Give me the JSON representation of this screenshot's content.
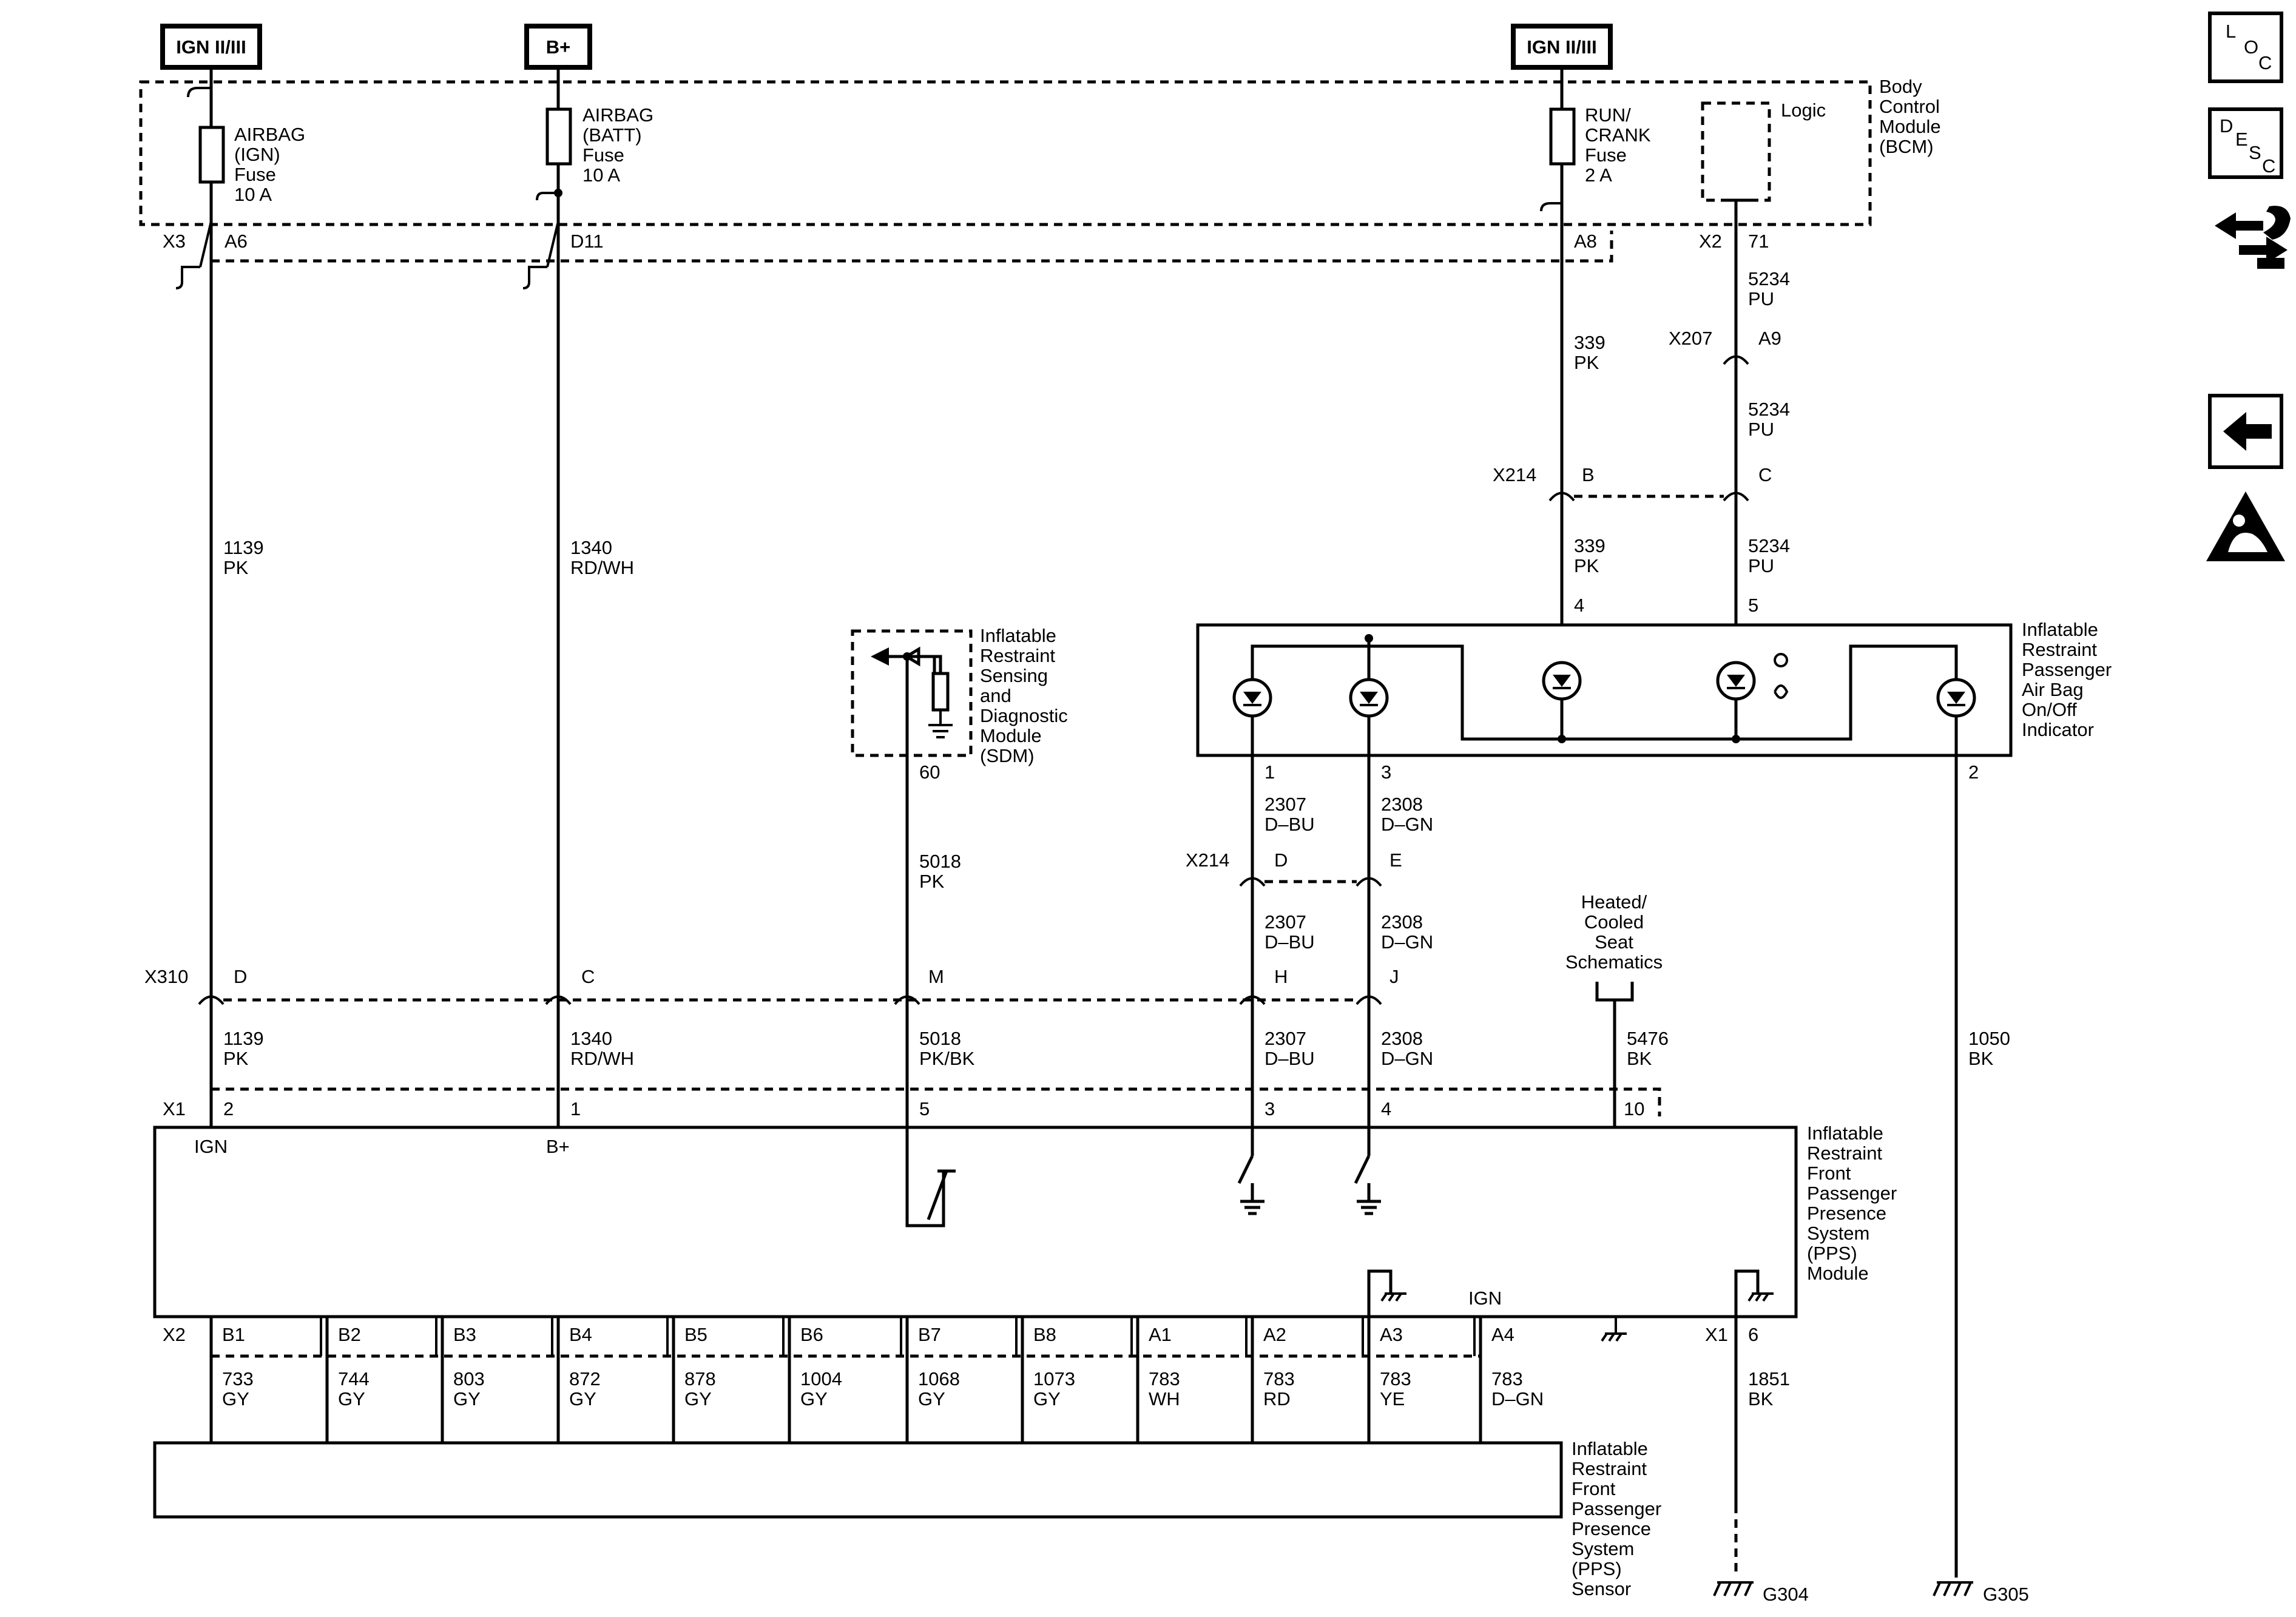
{
  "power": {
    "ign1": "IGN II/III",
    "batt": "B+",
    "ign2": "IGN II/III"
  },
  "bcm": {
    "name": "Body\nControl\nModule\n(BCM)",
    "fuse1": "AIRBAG\n(IGN)\nFuse\n10 A",
    "fuse2": "AIRBAG\n(BATT)\nFuse\n10 A",
    "fuse3": "RUN/\nCRANK\nFuse\n2 A",
    "logic": "Logic",
    "x3": "X3",
    "a6": "A6",
    "d11": "D11",
    "a8": "A8",
    "x2": "X2",
    "p71": "71"
  },
  "wires": {
    "w5234a": "5234\nPU",
    "w339a": "339\nPK",
    "w5234b": "5234\nPU",
    "w339b": "339\nPK",
    "w5234c": "5234\nPU",
    "w1139a": "1139\nPK",
    "w1340a": "1340\nRD/WH",
    "w5018a": "5018\nPK",
    "w2307a": "2307\nD–BU",
    "w2308a": "2308\nD–GN",
    "w2307b": "2307\nD–BU",
    "w2308b": "2308\nD–GN",
    "w1139b": "1139\nPK",
    "w1340b": "1340\nRD/WH",
    "w5018b": "5018\nPK/BK",
    "w2307c": "2307\nD–BU",
    "w2308c": "2308\nD–GN",
    "w5476": "5476\nBK",
    "w1050": "1050\nBK",
    "w1851": "1851\nBK"
  },
  "connectors": {
    "x207": "X207",
    "a9": "A9",
    "x214a": "X214",
    "b": "B",
    "c": "C",
    "p4": "4",
    "p5": "5",
    "p1": "1",
    "p3": "3",
    "p2": "2",
    "p60": "60",
    "x214b": "X214",
    "d": "D",
    "e": "E",
    "x310": "X310",
    "x310d": "D",
    "x310c": "C",
    "x310m": "M",
    "x310h": "H",
    "x310j": "J",
    "x1": "X1",
    "m2": "2",
    "m1": "1",
    "m5": "5",
    "m3": "3",
    "m4": "4",
    "m10": "10",
    "x2b": "X2",
    "x1b": "X1",
    "p6": "6"
  },
  "indicator": "Inflatable\nRestraint\nPassenger\nAir Bag\nOn/Off\nIndicator",
  "sdm": "Inflatable\nRestraint\nSensing\nand\nDiagnostic\nModule\n(SDM)",
  "seat": "Heated/\nCooled\nSeat\nSchematics",
  "pps_module": {
    "name": "Inflatable\nRestraint\nFront\nPassenger\nPresence\nSystem\n(PPS)\nModule",
    "ign": "IGN",
    "bplus": "B+",
    "ign2": "IGN"
  },
  "pps_sensor": "Inflatable\nRestraint\nFront\nPassenger\nPresence\nSystem\n(PPS)\nSensor",
  "bottom_pins": [
    {
      "pin": "B1",
      "wire": "733\nGY"
    },
    {
      "pin": "B2",
      "wire": "744\nGY"
    },
    {
      "pin": "B3",
      "wire": "803\nGY"
    },
    {
      "pin": "B4",
      "wire": "872\nGY"
    },
    {
      "pin": "B5",
      "wire": "878\nGY"
    },
    {
      "pin": "B6",
      "wire": "1004\nGY"
    },
    {
      "pin": "B7",
      "wire": "1068\nGY"
    },
    {
      "pin": "B8",
      "wire": "1073\nGY"
    },
    {
      "pin": "A1",
      "wire": "783\nWH"
    },
    {
      "pin": "A2",
      "wire": "783\nRD"
    },
    {
      "pin": "A3",
      "wire": "783\nYE"
    },
    {
      "pin": "A4",
      "wire": "783\nD–GN"
    }
  ],
  "grounds": {
    "g304": "G304",
    "g305": "G305"
  },
  "sidebar": {
    "loc": [
      "L",
      "O",
      "C"
    ],
    "desc": [
      "D",
      "E",
      "S",
      "C"
    ]
  }
}
